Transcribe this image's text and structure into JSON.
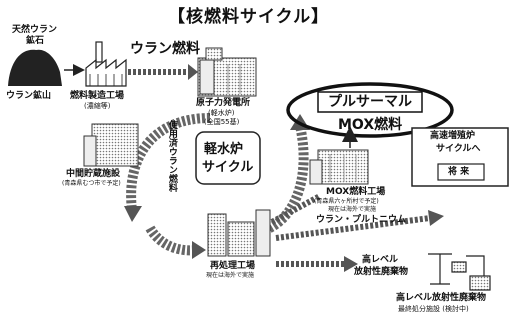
{
  "title": "【核燃料サイクル】",
  "ore": {
    "label_line1": "天然ウラン",
    "label_line2": "鉱石"
  },
  "mine_label": "ウラン鉱山",
  "plant": {
    "label_line1": "燃料製造工場",
    "label_line2": "(濃縮等)"
  },
  "uranium_fuel": "ウラン燃料",
  "npp": {
    "line1": "原子力発電所",
    "line2": "(軽水炉)",
    "line3": "(全国55基)"
  },
  "pluthermal": "プルサーマル",
  "mox_fuel": "MOX燃料",
  "spent_fuel": "使用済ウラン燃料",
  "cycle_center": {
    "line1": "軽水炉",
    "line2": "サイクル"
  },
  "interim": {
    "line1": "中間貯蔵施設",
    "line2": "(青森県むつ市で予定)"
  },
  "mox_plant": {
    "line1": "MOX燃料工場",
    "line2": "(青森県六ヶ所村で予定)",
    "line3": "現在は海外で実施"
  },
  "fbr": {
    "line1": "高速増殖炉",
    "line2": "サイクルへ",
    "future": "将 来"
  },
  "u_pu": "ウラン・プルトニウム",
  "reprocessing": {
    "line1": "再処理工場",
    "line2": "現在は海外で実施"
  },
  "hlw": {
    "line1": "高レベル",
    "line2": "放射性廃棄物"
  },
  "disposal": {
    "line1": "高レベル放射性廃棄物",
    "line2": "最終処分施設 (検討中)"
  }
}
